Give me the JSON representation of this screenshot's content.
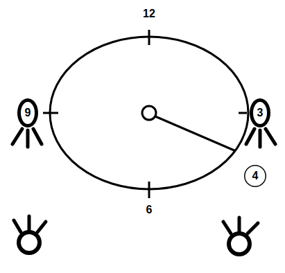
{
  "diagram": {
    "nodes": [
      {
        "text": [
          "9"
        ]
      },
      {
        "text": [
          "3"
        ]
      },
      {
        "text": [
          "4"
        ]
      }
    ],
    "labels": [
      "12",
      "6"
    ]
  }
}
